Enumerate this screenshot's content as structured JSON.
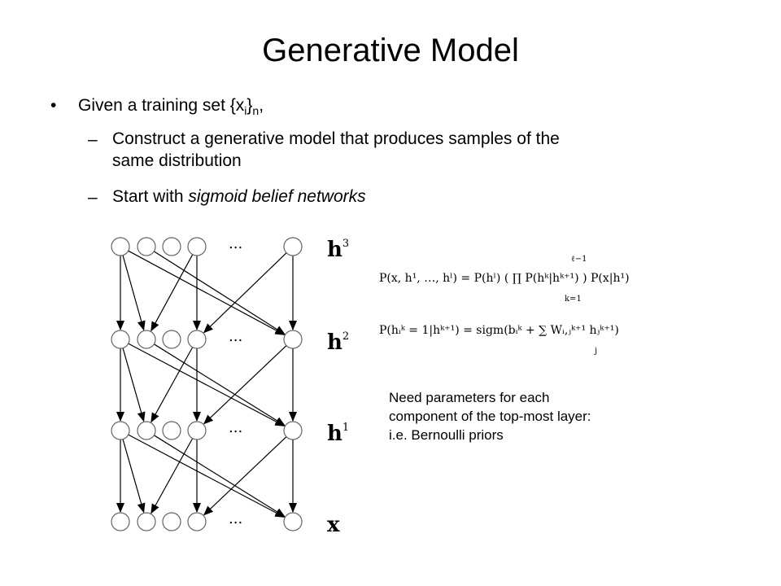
{
  "slide": {
    "title": "Generative Model",
    "bullet_marker": "•",
    "bullet_main_prefix": "Given a training set {x",
    "bullet_main_sub_i": "i",
    "bullet_main_mid": "}",
    "bullet_main_sub_n": "n",
    "bullet_main_suffix": ",",
    "dash": "–",
    "sub_bullet_1_line1": "Construct a generative model that produces samples of the",
    "sub_bullet_1_line2": "same distribution",
    "sub_bullet_2_prefix": "Start with ",
    "sub_bullet_2_emph": "sigmoid belief networks"
  },
  "diagram": {
    "ellipsis": "...",
    "layers": [
      {
        "base": "h",
        "sup": "3"
      },
      {
        "base": "h",
        "sup": "2"
      },
      {
        "base": "h",
        "sup": "1"
      },
      {
        "base": "x",
        "sup": ""
      }
    ]
  },
  "formulas": {
    "joint": "P(x, h¹, …, hˡ) = P(hˡ) ( ∏ P(hᵏ|hᵏ⁺¹) ) P(x|h¹)",
    "prod_upper": "ℓ−1",
    "prod_lower": "k=1",
    "conditional": "P(hᵢᵏ = 1|hᵏ⁺¹) = sigm(bᵢᵏ + ∑ Wᵢ,ⱼᵏ⁺¹ hⱼᵏ⁺¹)",
    "sum_lower": "j"
  },
  "note": {
    "line1": "Need parameters for each",
    "line2": "component of the top-most layer:",
    "line3": "i.e. Bernoulli priors"
  }
}
